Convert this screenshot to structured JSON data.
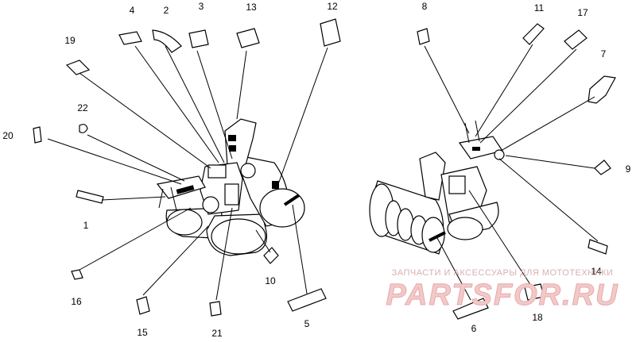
{
  "callouts": [
    {
      "num": "1"
    },
    {
      "num": "2"
    },
    {
      "num": "3"
    },
    {
      "num": "4"
    },
    {
      "num": "5"
    },
    {
      "num": "6"
    },
    {
      "num": "7"
    },
    {
      "num": "8"
    },
    {
      "num": "9"
    },
    {
      "num": "10"
    },
    {
      "num": "11"
    },
    {
      "num": "12"
    },
    {
      "num": "13"
    },
    {
      "num": "14"
    },
    {
      "num": "15"
    },
    {
      "num": "16"
    },
    {
      "num": "17"
    },
    {
      "num": "18"
    },
    {
      "num": "19"
    },
    {
      "num": "20"
    },
    {
      "num": "21"
    },
    {
      "num": "22"
    }
  ],
  "watermark": {
    "caption": "ЗАПЧАСТИ И АКСЕССУАРЫ ДЛЯ МОТОТЕХНИКИ",
    "brand": "PARTSFOR.RU"
  }
}
